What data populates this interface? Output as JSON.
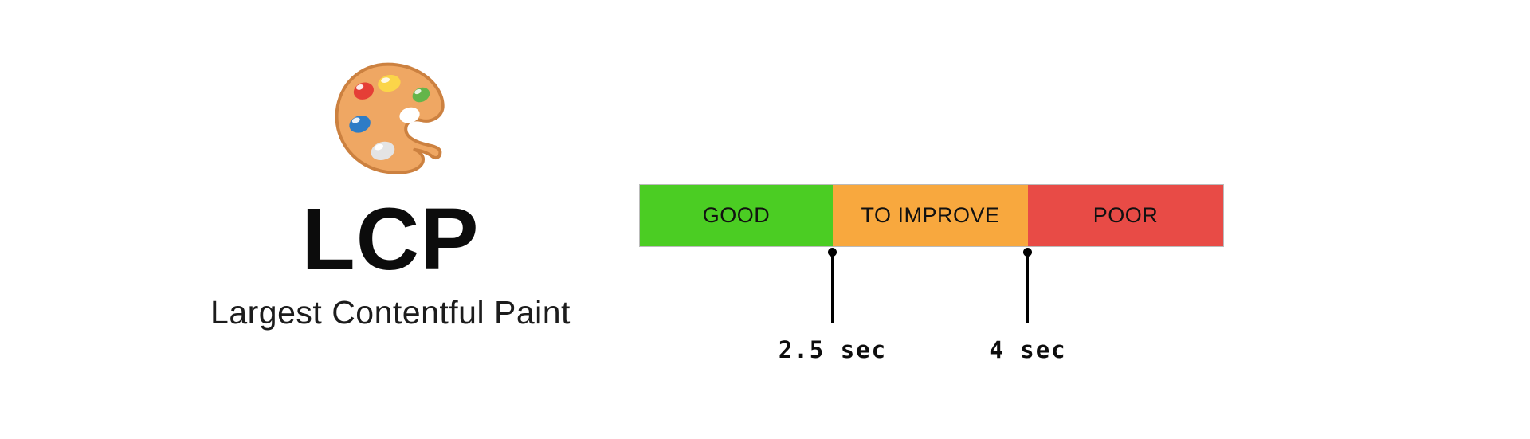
{
  "metric": {
    "icon": "artist-palette-icon",
    "abbreviation": "LCP",
    "full_name": "Largest Contentful Paint"
  },
  "scale": {
    "segments": [
      {
        "label": "GOOD",
        "color": "#4bcd23"
      },
      {
        "label": "TO IMPROVE",
        "color": "#f8a83e"
      },
      {
        "label": "POOR",
        "color": "#e84b46"
      }
    ],
    "thresholds": [
      {
        "label": "2.5 sec"
      },
      {
        "label": "4 sec"
      }
    ],
    "marker_color": "#000000"
  }
}
